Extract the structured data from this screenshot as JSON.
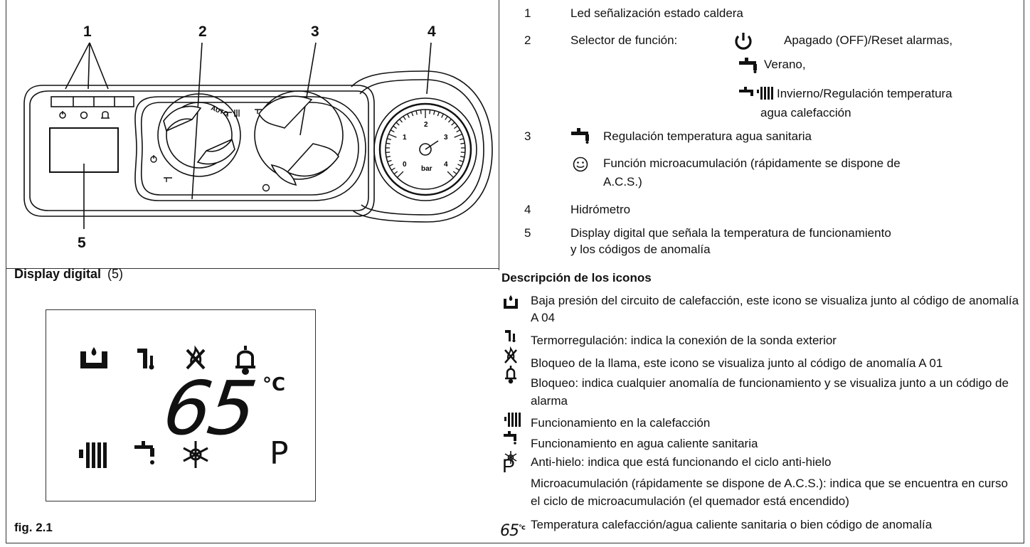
{
  "panel": {
    "callouts": [
      "1",
      "2",
      "3",
      "4",
      "5"
    ],
    "dial_auto_label": "AUTO",
    "gauge_unit": "bar",
    "gauge_ticks": [
      "0",
      "1",
      "2",
      "3",
      "4"
    ]
  },
  "legend": [
    {
      "num": "1",
      "text": "Led señalización estado caldera"
    },
    {
      "num": "2",
      "text": "Selector de función:"
    },
    {
      "num": "3",
      "text": "Regulación temperatura agua sanitaria"
    },
    {
      "num": "4",
      "text": "Hidrómetro"
    },
    {
      "num": "5",
      "text": "Display digital que señala la temperatura de funcionamiento"
    }
  ],
  "selector_options": {
    "off": "Apagado (OFF)/Reset alarmas,",
    "summer": "Verano,",
    "winter_line1": "Invierno/Regulación temperatura",
    "winter_line2": "agua calefacción"
  },
  "microacum_line1": "Función microacumulación (rápidamente se dispone de",
  "microacum_line2": "A.C.S.)",
  "display_line2": "y los códigos de anomalía",
  "display_section": {
    "title": "Display digital",
    "ref": "(5)",
    "temperature": "65",
    "unit": "°C",
    "p_label": "P",
    "figure_label": "fig. 2.1"
  },
  "icons_section": {
    "title": "Descripción de los iconos",
    "items": [
      {
        "icon": "low-pressure-icon",
        "lines": [
          "Baja presión del circuito de calefacción, este icono se visualiza junto al código de anomalía",
          "A 04"
        ]
      },
      {
        "icon": "external-probe-icon",
        "lines": [
          "Termorregulación: indica la conexión de la sonda exterior"
        ]
      },
      {
        "icon": "flame-lock-icon",
        "lines": [
          "Bloqueo de la llama, este icono se visualiza junto al código de anomalía A 01"
        ]
      },
      {
        "icon": "alarm-bell-icon",
        "lines": [
          "Bloqueo: indica cualquier anomalía de funcionamiento y se visualiza junto a un código de",
          "alarma"
        ]
      },
      {
        "icon": "radiator-icon",
        "lines": [
          "Funcionamiento en la  calefacción"
        ]
      },
      {
        "icon": "tap-icon",
        "lines": [
          "Funcionamiento en agua caliente sanitaria"
        ]
      },
      {
        "icon": "snowflake-icon",
        "lines": [
          "Anti-hielo: indica que está funcionando el ciclo anti-hielo"
        ]
      },
      {
        "icon": "p-icon",
        "lines": [
          "Microacumulación (rápidamente se dispone de A.C.S.): indica que se encuentra en curso",
          "el ciclo de microacumulación (el quemador está encendido)"
        ]
      },
      {
        "icon": "temperature-digits-icon",
        "lines": [
          "Temperatura calefacción/agua caliente sanitaria o bien código de anomalía"
        ]
      }
    ],
    "p_glyph": "P",
    "digits_glyph": "65",
    "digits_unit": "°c"
  }
}
